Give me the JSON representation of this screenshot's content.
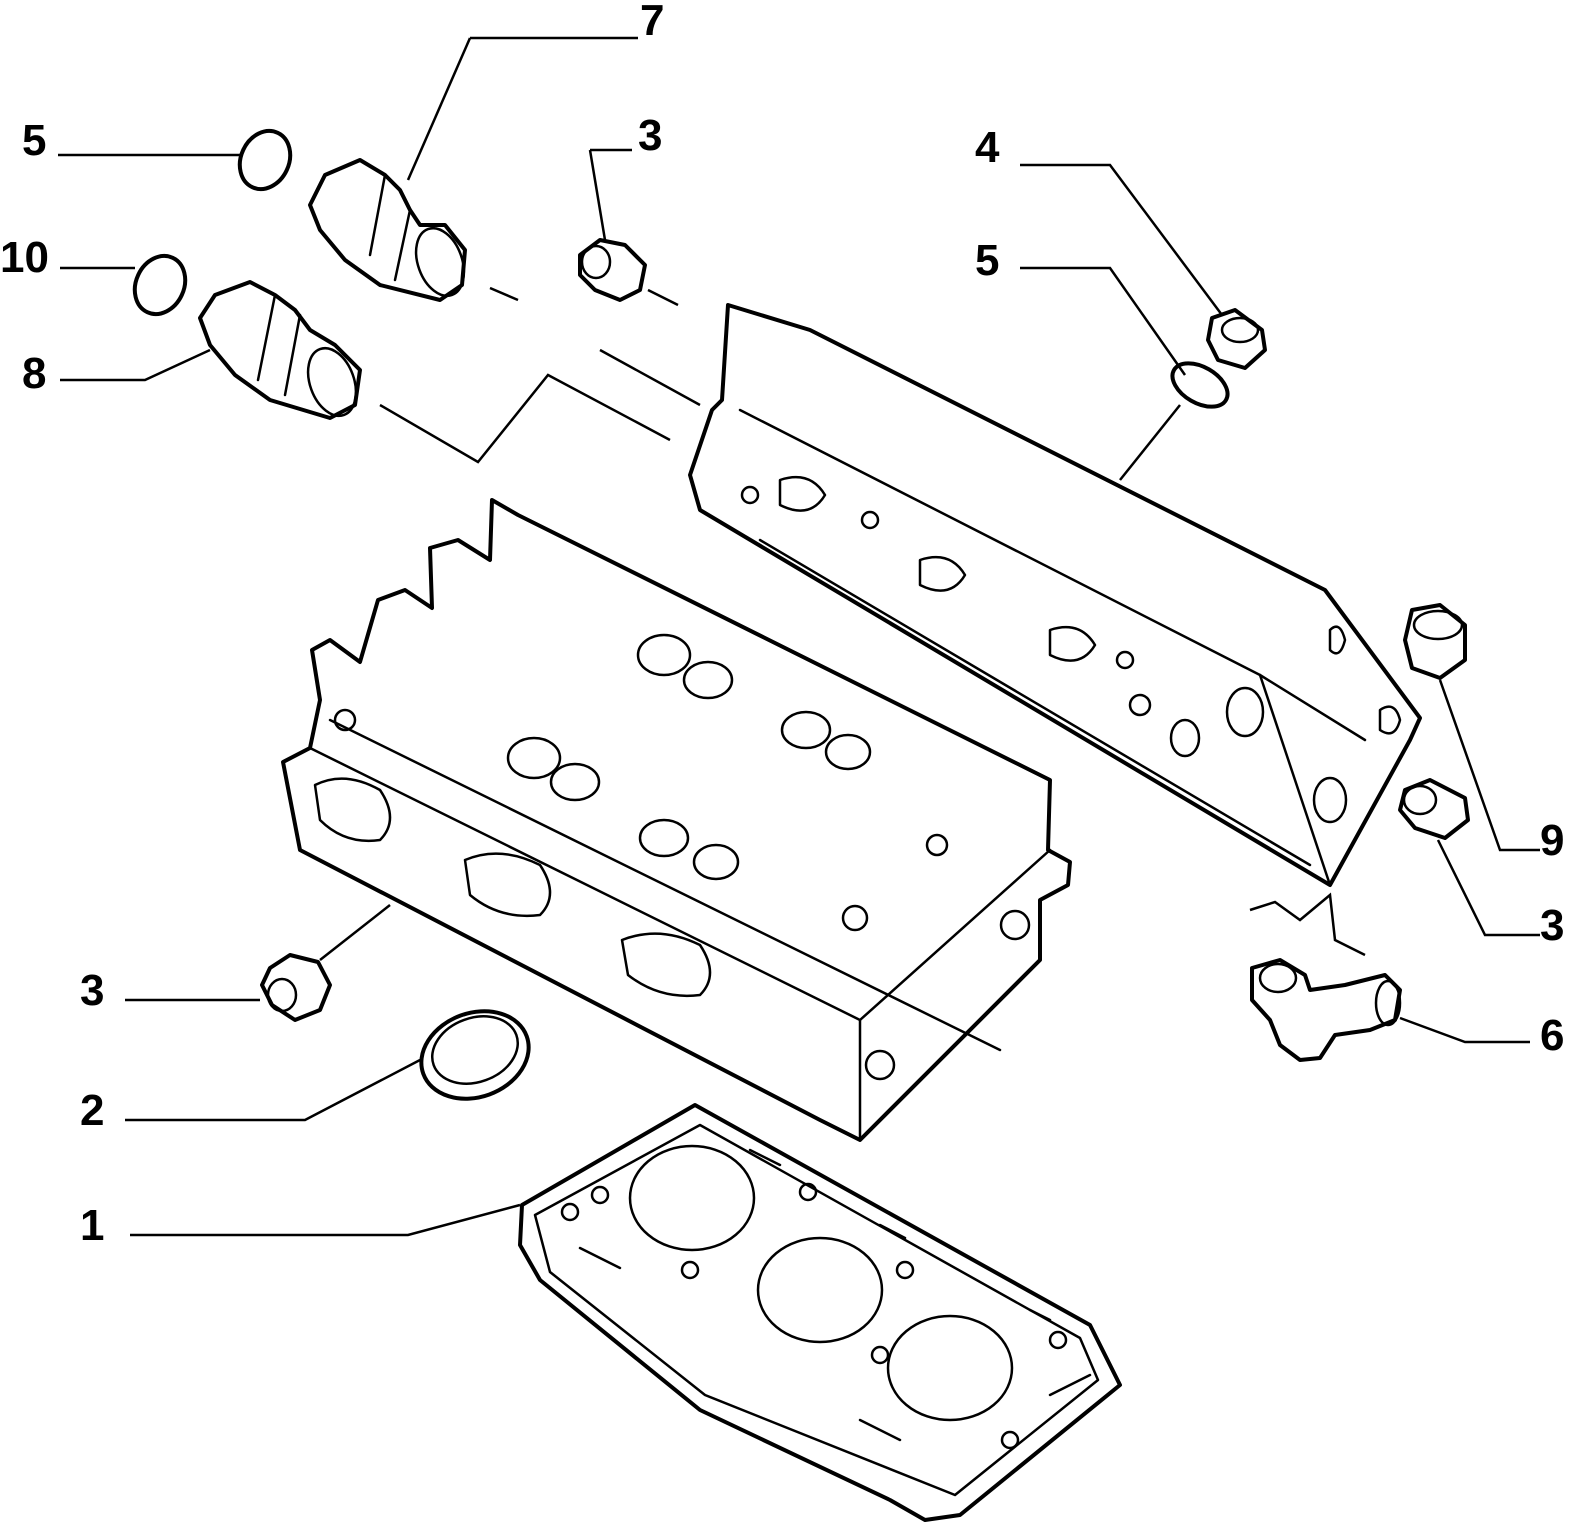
{
  "callouts": {
    "c1": "1",
    "c2": "2",
    "c3a": "3",
    "c3b": "3",
    "c3c": "3",
    "c4": "4",
    "c5a": "5",
    "c5b": "5",
    "c6": "6",
    "c7": "7",
    "c8": "8",
    "c9": "9",
    "c10": "10"
  },
  "colors": {
    "line": "#000000",
    "background": "#ffffff"
  }
}
